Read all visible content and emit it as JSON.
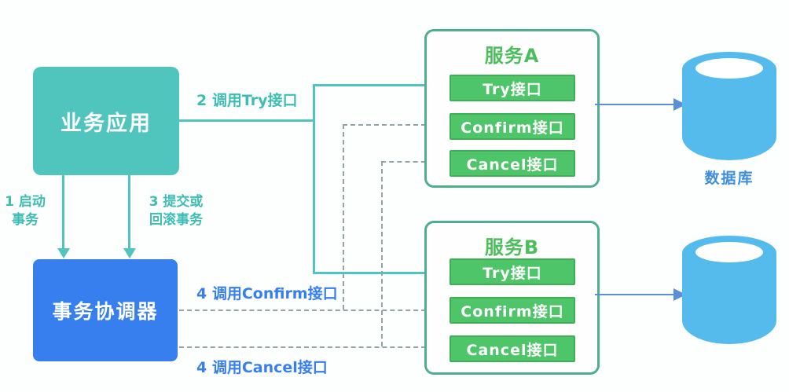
{
  "diagram_title": "TCC distributed transaction flow",
  "colors": {
    "teal": "#4fc5bd",
    "teal_text": "#3ebdb3",
    "blue": "#377fee",
    "green": "#4dc568",
    "green_text": "#4dbe5c",
    "panel_border": "#4fae8b",
    "dash": "#94a3a8",
    "db_blue": "#55bbec",
    "db_arrow": "#5b8fd9",
    "db_label": "#3e8edd"
  },
  "nodes": {
    "business_app": {
      "label": "业务应用"
    },
    "coordinator": {
      "label": "事务协调器"
    }
  },
  "services": [
    {
      "title": "服务A",
      "interfaces": [
        {
          "label": "Try接口"
        },
        {
          "label": "Confirm接口"
        },
        {
          "label": "Cancel接口"
        }
      ]
    },
    {
      "title": "服务B",
      "interfaces": [
        {
          "label": "Try接口"
        },
        {
          "label": "Confirm接口"
        },
        {
          "label": "Cancel接口"
        }
      ]
    }
  ],
  "databases": [
    {
      "label": "数据库"
    },
    {
      "label": ""
    }
  ],
  "edge_labels": {
    "start_tx_line1": "1 启动",
    "start_tx_line2": "事务",
    "call_try": "2 调用Try接口",
    "commit_rollback_line1": "3 提交或",
    "commit_rollback_line2": "回滚事务",
    "call_confirm": "4 调用Confirm接口",
    "call_cancel": "4 调用Cancel接口"
  }
}
